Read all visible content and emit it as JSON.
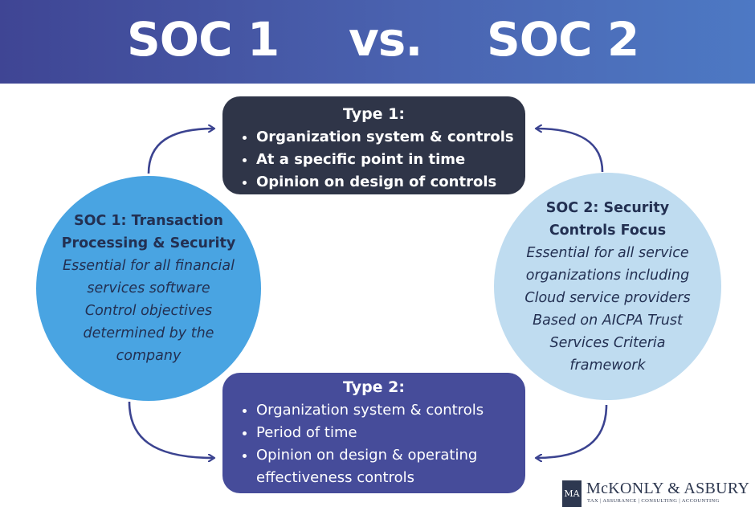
{
  "header": {
    "left": "SOC 1",
    "middle": "vs.",
    "right": "SOC 2"
  },
  "type1": {
    "title": "Type 1:",
    "bullets": [
      "Organization system & controls",
      "At a specific point in time",
      "Opinion on design of controls"
    ]
  },
  "type2": {
    "title": "Type 2:",
    "bullets": [
      "Organization system & controls",
      "Period of time",
      "Opinion on design & operating effectiveness controls"
    ]
  },
  "soc1": {
    "title_lines": [
      "SOC 1: Transaction",
      "Processing & Security"
    ],
    "desc_lines": [
      "Essential for all financial",
      "services software",
      "Control objectives",
      "determined by the",
      "company"
    ]
  },
  "soc2": {
    "title_lines": [
      "SOC 2: Security",
      "Controls Focus"
    ],
    "desc_lines": [
      "Essential for all service",
      "organizations including",
      "Cloud service providers",
      "Based on AICPA Trust",
      "Services Criteria",
      "framework"
    ]
  },
  "logo": {
    "mark": "MA",
    "name": "McKONLY & ASBURY",
    "tagline": "TAX | ASSURANCE | CONSULTING | ACCOUNTING"
  },
  "colors": {
    "header_start": "#3f4594",
    "header_end": "#4d79c4",
    "type1_bg": "#2f3548",
    "type2_bg": "#464c9a",
    "soc1_circle": "#49a4e2",
    "soc2_circle": "#bfdcf0",
    "arrow": "#3b4390"
  }
}
